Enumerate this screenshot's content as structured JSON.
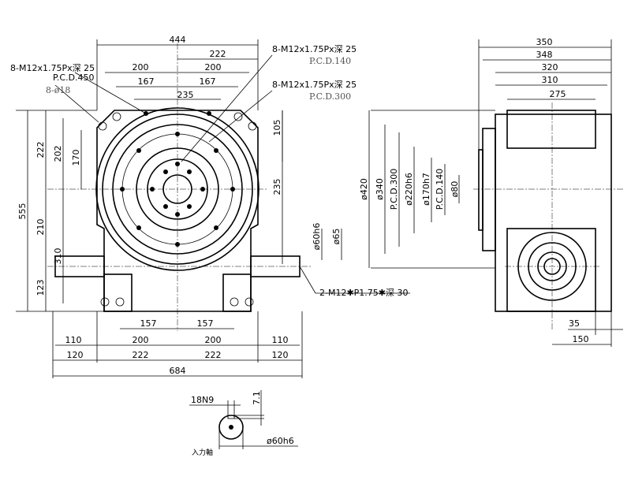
{
  "front": {
    "top": {
      "d444": "444",
      "d222": "222",
      "d200_l": "200",
      "d200_r": "200",
      "d167_l": "167",
      "d167_r": "167",
      "d235": "235"
    },
    "notes": {
      "left_thread": "8-M12x1.75Px深 25",
      "left_pcd": "P.C.D.450",
      "left_holes": "8-ø18",
      "right_thread_1": "8-M12x1.75Px深 25",
      "right_pcd_1": "P.C.D.140",
      "right_thread_2": "8-M12x1.75Px深 25",
      "right_pcd_2": "P.C.D.300",
      "shaft_thread": "2-M12✱P1.75✱深 30"
    },
    "left": {
      "d555": "555",
      "d222": "222",
      "d202": "202",
      "d170": "170",
      "d210": "210",
      "d310": "310",
      "d123": "123"
    },
    "right": {
      "d105": "105",
      "d235": "235",
      "d60h6": "ø60h6",
      "d65": "ø65"
    },
    "bottom": {
      "d157_l": "157",
      "d157_r": "157",
      "d110_l": "110",
      "d200_l": "200",
      "d200_r": "200",
      "d110_r": "110",
      "d120_l": "120",
      "d222_l": "222",
      "d222_r": "222",
      "d120_r": "120",
      "d684": "684"
    }
  },
  "side": {
    "top": {
      "d350": "350",
      "d348": "348",
      "d320": "320",
      "d310": "310",
      "d275": "275"
    },
    "left": {
      "d420": "ø420",
      "d340": "ø340",
      "pcd300": "P.C.D.300",
      "d220h6": "ø220h6",
      "d170h7": "ø170h7",
      "pcd140": "P.C.D.140",
      "d80": "ø80"
    },
    "bottom": {
      "d35": "35",
      "d150": "150"
    }
  },
  "shaft_detail": {
    "key": "18N9",
    "depth": "7.1",
    "dia": "ø60h6",
    "label": "入力軸"
  }
}
